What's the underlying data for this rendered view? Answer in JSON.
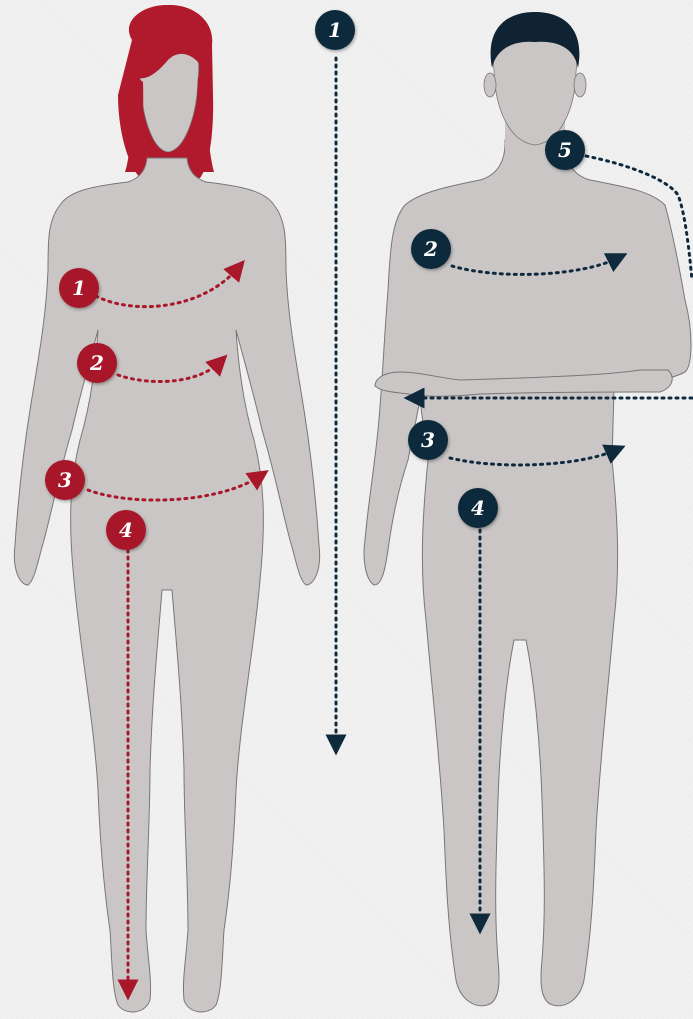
{
  "colors": {
    "background": "#f1f1f1",
    "body_fill": "#cac6c6",
    "body_stroke": "#7a7677",
    "female_accent": "#a8182a",
    "male_accent": "#0f2a3d"
  },
  "figures": {
    "female": {
      "hair_color": "#b11a2c",
      "markers": [
        {
          "id": "f1",
          "label": "1"
        },
        {
          "id": "f2",
          "label": "2"
        },
        {
          "id": "f3",
          "label": "3"
        },
        {
          "id": "f4",
          "label": "4"
        }
      ]
    },
    "male": {
      "hair_color": "#0f2333",
      "markers": [
        {
          "id": "m2",
          "label": "2"
        },
        {
          "id": "m3",
          "label": "3"
        },
        {
          "id": "m4",
          "label": "4"
        },
        {
          "id": "m5",
          "label": "5"
        }
      ]
    }
  },
  "height_marker": {
    "label": "1"
  }
}
